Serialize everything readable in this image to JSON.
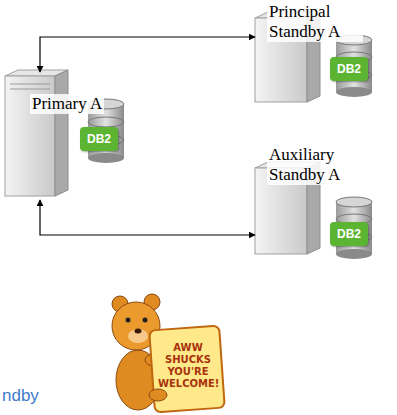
{
  "diagram": {
    "nodes": [
      {
        "text": [
          "Primary A",
          "DB2"
        ]
      },
      {
        "text": [
          "Principal Standby A",
          "DB2"
        ]
      },
      {
        "text": [
          "Auxiliary Standby A",
          "DB2"
        ]
      }
    ],
    "edges": [
      {
        "from": 0,
        "to": 1,
        "arrow": "both"
      },
      {
        "from": 0,
        "to": 2,
        "arrow": "both"
      }
    ],
    "labels": [
      "ndby",
      "AWW SHUCKS YOU'RE WELCOME!"
    ]
  }
}
